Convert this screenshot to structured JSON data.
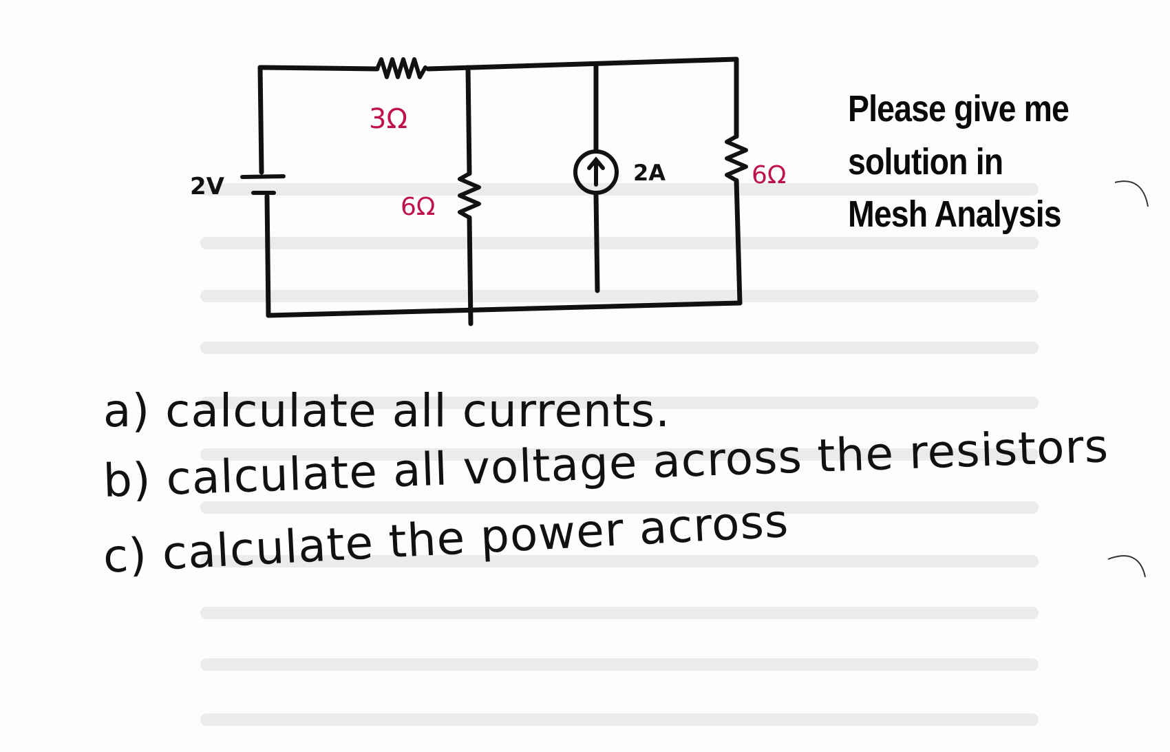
{
  "circuit": {
    "source_label": "2V",
    "series_resistor_label": "3Ω",
    "shunt_resistor_label": "6Ω",
    "current_source_label": "2A",
    "right_resistor_label": "6Ω"
  },
  "request": {
    "lines": [
      "Please give me",
      "solution in",
      "Mesh Analysis"
    ]
  },
  "questions": {
    "a": "a) calculate all currents.",
    "b": "b) calculate all voltage across the resistors",
    "c": "c) calculate the power across"
  },
  "colors": {
    "ink": "#111111",
    "label_red": "#c0124a",
    "bleed_through": "#d7d9dc"
  }
}
